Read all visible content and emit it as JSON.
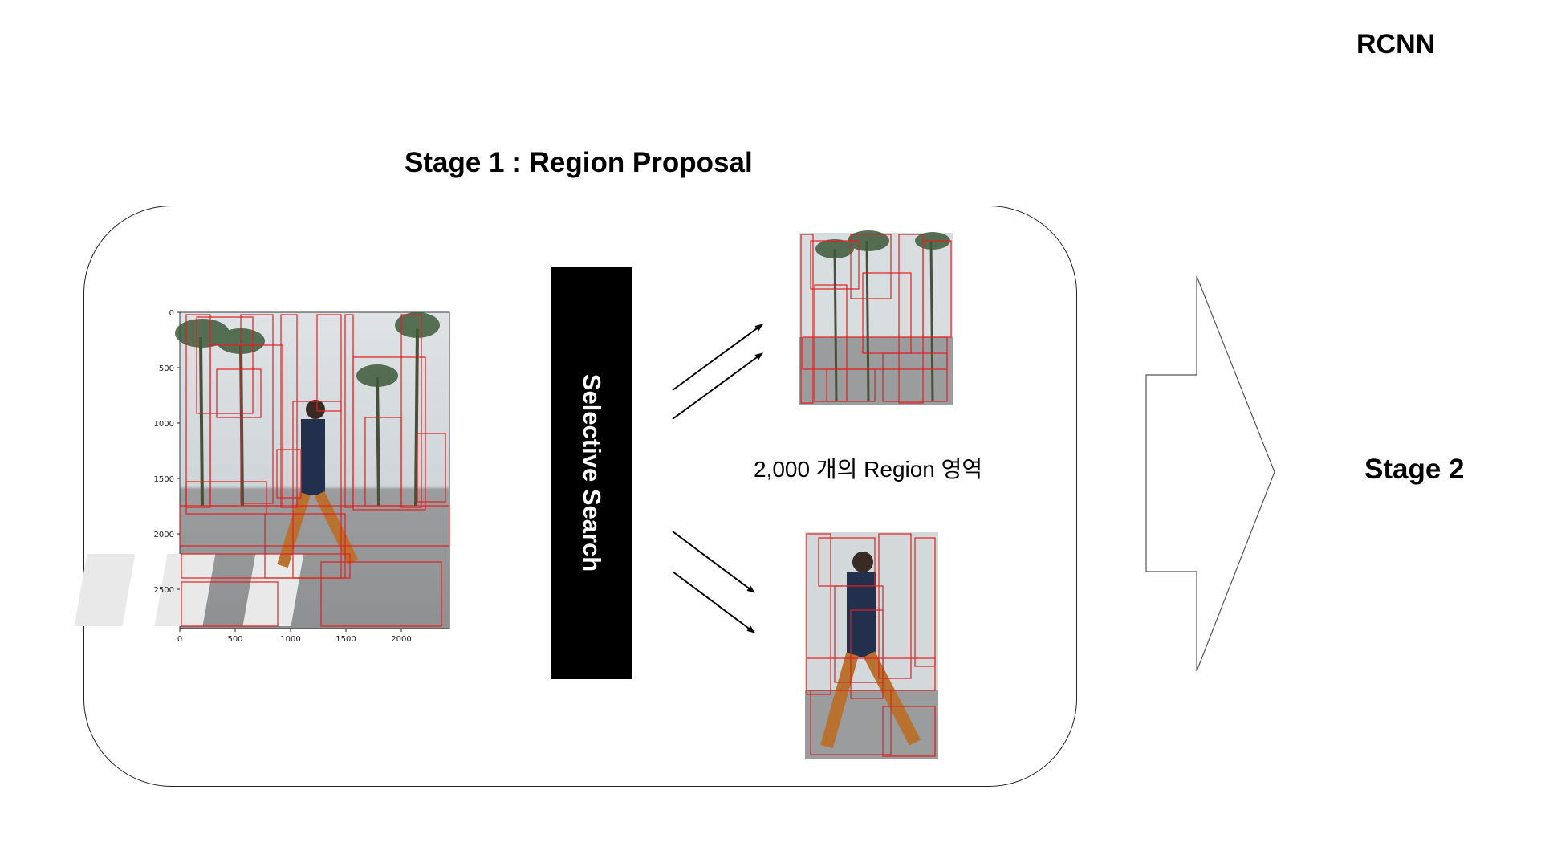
{
  "header": {
    "title": "RCNN"
  },
  "stage1": {
    "title": "Stage 1 : Region Proposal",
    "plot": {
      "y_ticks": [
        "0",
        "500",
        "1000",
        "1500",
        "2000",
        "2500"
      ],
      "x_ticks": [
        "0",
        "500",
        "1000",
        "1500",
        "2000"
      ]
    },
    "selective_search_label": "Selective Search",
    "regions_caption": "2,000 개의 Region 영역"
  },
  "stage2": {
    "label": "Stage 2"
  },
  "colors": {
    "box_border": "#222222",
    "block": "#000000",
    "region_box": "#e02020"
  }
}
